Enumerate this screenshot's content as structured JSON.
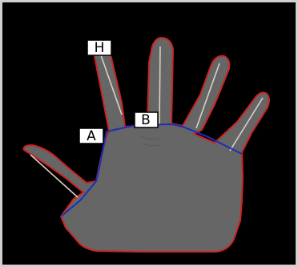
{
  "labels": {
    "h": "H",
    "a": "A",
    "b": "B"
  },
  "colors": {
    "background": "#000000",
    "hand": "#666666",
    "outline": "#cc2222",
    "palm_line": "#1c2fb8",
    "finger_axis": "#d8cfc4",
    "border": "#d0d0d0"
  }
}
